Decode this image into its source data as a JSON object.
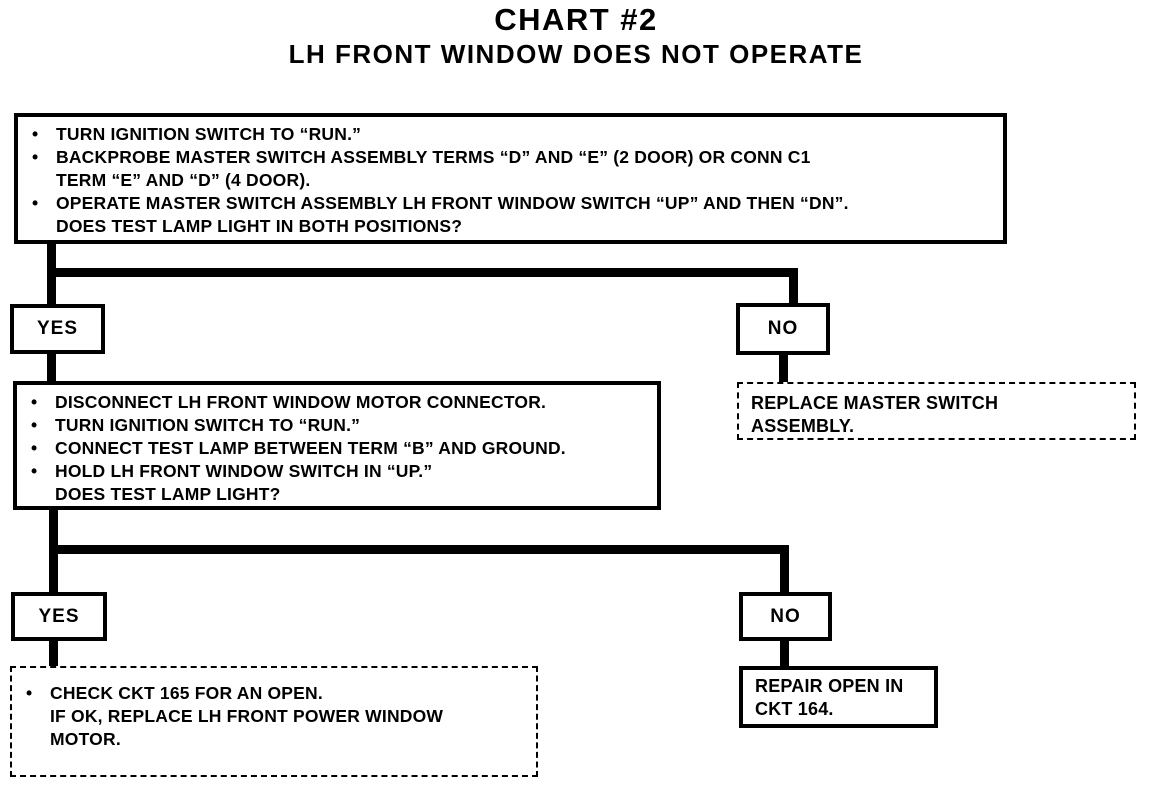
{
  "page": {
    "background": "#ffffff",
    "ink": "#000000"
  },
  "header": {
    "title": "CHART #2",
    "subtitle": "LH FRONT WINDOW DOES NOT OPERATE"
  },
  "flow": {
    "step1": {
      "lines": [
        {
          "bullet": "•",
          "text": "TURN IGNITION SWITCH TO “RUN.”"
        },
        {
          "bullet": "•",
          "text": "BACKPROBE MASTER SWITCH ASSEMBLY TERMS “D” AND “E” (2 DOOR) OR CONN C1"
        },
        {
          "bullet": "",
          "text": "TERM “E” AND “D” (4 DOOR)."
        },
        {
          "bullet": "•",
          "text": "OPERATE MASTER SWITCH ASSEMBLY LH FRONT WINDOW SWITCH “UP” AND THEN “DN”."
        },
        {
          "bullet": "",
          "text": "DOES TEST LAMP LIGHT IN BOTH POSITIONS?"
        }
      ]
    },
    "branch1": {
      "yes": "YES",
      "no": "NO"
    },
    "replace_master_switch": {
      "lines": [
        "REPLACE MASTER SWITCH",
        "ASSEMBLY."
      ]
    },
    "step2": {
      "lines": [
        {
          "bullet": "•",
          "text": "DISCONNECT LH FRONT WINDOW MOTOR CONNECTOR."
        },
        {
          "bullet": "•",
          "text": "TURN IGNITION SWITCH TO “RUN.”"
        },
        {
          "bullet": "•",
          "text": "CONNECT TEST LAMP BETWEEN TERM “B” AND GROUND."
        },
        {
          "bullet": "•",
          "text": "HOLD LH FRONT WINDOW SWITCH IN “UP.”"
        },
        {
          "bullet": "",
          "text": "DOES TEST LAMP LIGHT?"
        }
      ]
    },
    "branch2": {
      "yes": "YES",
      "no": "NO"
    },
    "check_ckt165": {
      "lines": [
        {
          "bullet": "•",
          "text": "CHECK CKT 165 FOR AN OPEN."
        },
        {
          "bullet": "",
          "text": "IF OK, REPLACE LH FRONT POWER WINDOW"
        },
        {
          "bullet": "",
          "text": "MOTOR."
        }
      ]
    },
    "repair_ckt164": {
      "lines": [
        "REPAIR OPEN IN",
        "CKT 164."
      ]
    }
  }
}
